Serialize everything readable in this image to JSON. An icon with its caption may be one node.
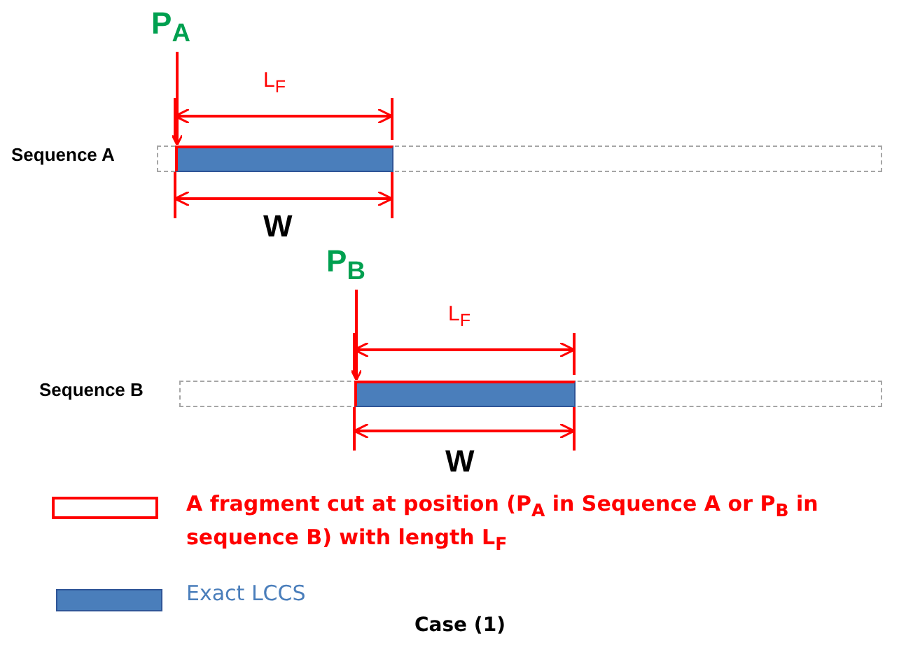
{
  "diagram": {
    "caption": "Case (1)",
    "nodes": [
      {
        "text": [
          "P$_{A}$"
        ]
      },
      {
        "text": [],
        "shape": "box"
      },
      {
        "text": [],
        "shape": "bar",
        "in": 1
      },
      {
        "text": [
          "P$_{B}$"
        ]
      },
      {
        "text": [],
        "shape": "box"
      },
      {
        "text": [],
        "shape": "bar",
        "in": 4
      }
    ],
    "edges": [
      {
        "from": 0,
        "to": 2,
        "arrow": "to",
        "color": "#ff0000"
      },
      {
        "from": 3,
        "to": 5,
        "arrow": "to",
        "color": "#ff0000"
      }
    ],
    "labels": [
      "L$_{F}$",
      "Sequence A",
      "W",
      "L$_{F}$",
      "Sequence B",
      "W"
    ],
    "legend": [
      {
        "text": "A fragment cut at position (P$_{A}$  in Sequence A or P$_{B}$ in sequence B) with length L$_{F}$"
      },
      {
        "text": "Exact LCCS",
        "color": "#4a7ebb"
      }
    ]
  }
}
